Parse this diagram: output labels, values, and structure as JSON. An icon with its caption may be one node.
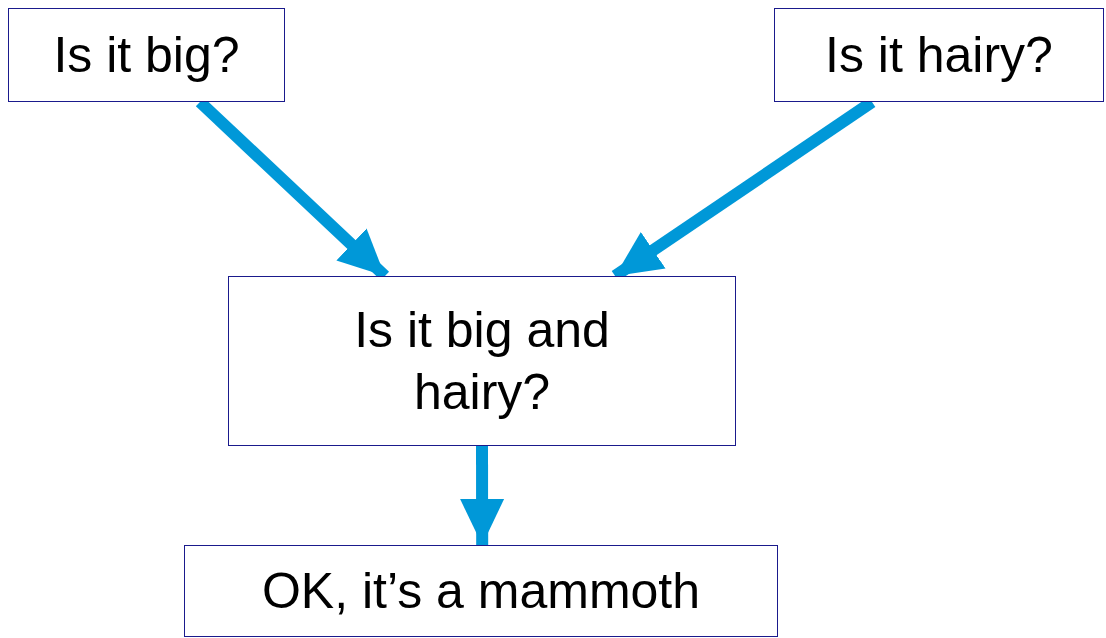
{
  "diagram": {
    "nodes": [
      {
        "text": [
          "Is it big?"
        ]
      },
      {
        "text": [
          "Is it hairy?"
        ]
      },
      {
        "text": [
          "Is it big and hairy?"
        ]
      },
      {
        "text": [
          "OK, it’s a mammoth"
        ]
      }
    ],
    "edges": [
      {
        "from": 0,
        "to": 2,
        "arrow": "to"
      },
      {
        "from": 1,
        "to": 2,
        "arrow": "to"
      },
      {
        "from": 2,
        "to": 3,
        "arrow": "to"
      }
    ]
  }
}
